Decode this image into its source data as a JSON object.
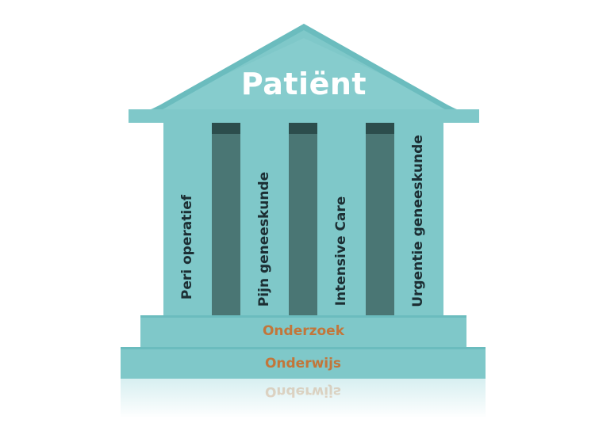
{
  "title": "Patiënt",
  "columns": [
    {
      "label": "Peri operatief"
    },
    {
      "label": "Pijn geneeskunde"
    },
    {
      "label": "Intensive Care"
    },
    {
      "label": "Urgentie geneeskunde"
    }
  ],
  "steps": {
    "upper": "Onderzoek",
    "lower": "Onderwijs"
  },
  "colors": {
    "light_teal": "#7fc8c9",
    "roof_trim": "#5aaeb0",
    "dark_teal": "#4a7674",
    "column_cap": "#2c4d4c",
    "label_dark": "#1c2e33",
    "label_orange": "#c2763a",
    "title_white": "#ffffff"
  }
}
